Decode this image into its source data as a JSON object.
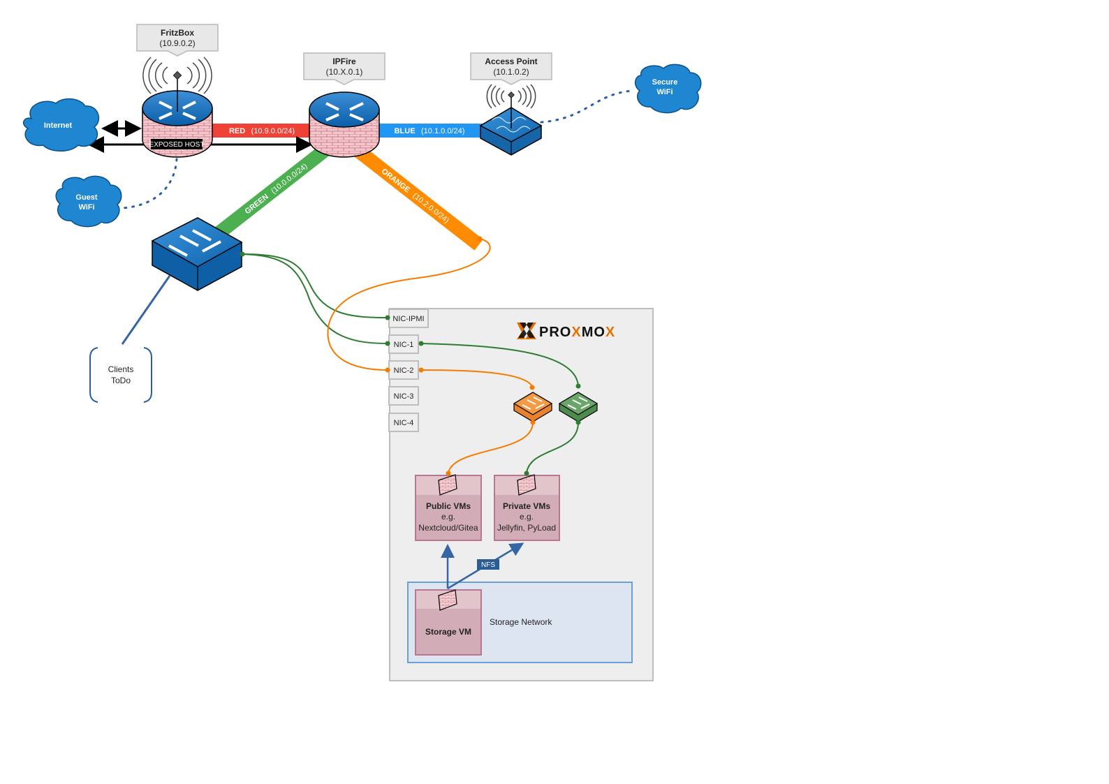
{
  "devices": {
    "fritzbox": {
      "name": "FritzBox",
      "ip": "(10.9.0.2)",
      "badge": "EXPOSED HOST"
    },
    "ipfire": {
      "name": "IPFire",
      "ip": "(10.X.0.1)"
    },
    "access_point": {
      "name": "Access Point",
      "ip": "(10.1.0.2)"
    }
  },
  "clouds": {
    "internet": {
      "line1": "Internet"
    },
    "guest_wifi": {
      "line1": "Guest",
      "line2": "WiFi"
    },
    "secure_wifi": {
      "line1": "Secure",
      "line2": "WiFi"
    }
  },
  "networks": {
    "red": {
      "name": "RED",
      "subnet": "(10.9.0.0/24)",
      "color": "#ef4136"
    },
    "blue": {
      "name": "BLUE",
      "subnet": "(10.1.0.0/24)",
      "color": "#2196f3"
    },
    "green": {
      "name": "GREEN",
      "subnet": "(10.0.0.0/24)",
      "color": "#4caf50"
    },
    "orange": {
      "name": "ORANGE",
      "subnet": "(10.2.0.0/24)",
      "color": "#ff8c00"
    }
  },
  "clients": {
    "line1": "Clients",
    "line2": "ToDo"
  },
  "proxmox": {
    "logo_left": "PRO",
    "logo_x": "X",
    "logo_mid": "MO",
    "logo_x2": "X",
    "nics": [
      "NIC-IPMI",
      "NIC-1",
      "NIC-2",
      "NIC-3",
      "NIC-4"
    ],
    "vms": {
      "public": {
        "title": "Public VMs",
        "line1": "e.g.",
        "line2": "Nextcloud/Gitea"
      },
      "private": {
        "title": "Private VMs",
        "line1": "e.g.",
        "line2": "Jellyfin, PyLoad"
      },
      "storage": {
        "title": "Storage VM"
      }
    },
    "nfs_label": "NFS",
    "storage_network_label": "Storage Network"
  },
  "colors": {
    "cable_green": "#2e7d32",
    "cable_orange": "#f57c00",
    "device_blue": "#1976c2",
    "proxmox_orange": "#e57000"
  }
}
